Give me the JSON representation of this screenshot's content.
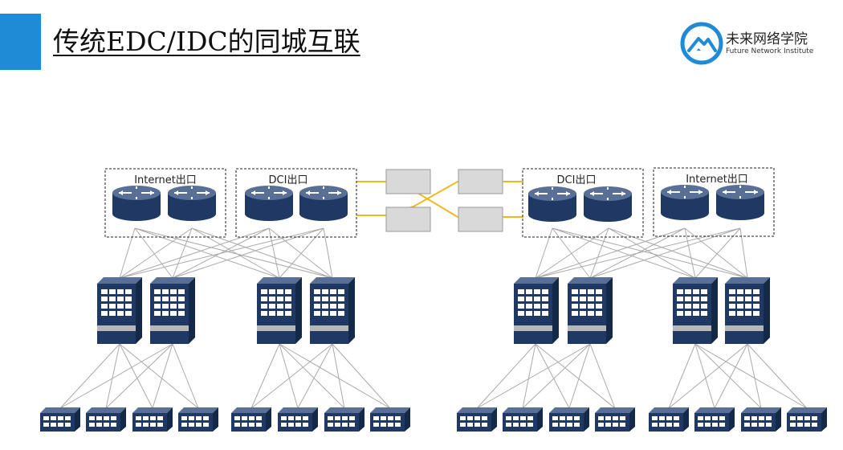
{
  "slide": {
    "title": "传统EDC/IDC的同城互联"
  },
  "logo": {
    "name": "未来网络学院",
    "subtitle": "Future Network Institute"
  },
  "diagram": {
    "groups": [
      {
        "label": "Internet出口",
        "site": "left"
      },
      {
        "label": "DCI出口",
        "site": "left"
      },
      {
        "label": "DCI出口",
        "site": "right"
      },
      {
        "label": "Internet出口",
        "site": "right"
      }
    ],
    "colors": {
      "accent": "#1f8bd6",
      "device_navy": "#1f3864",
      "device_top": "#5a6f95",
      "dci_link": "#f2b81f",
      "mesh_line": "#aaaaaa",
      "optical_box": "#d9d9d9"
    }
  }
}
